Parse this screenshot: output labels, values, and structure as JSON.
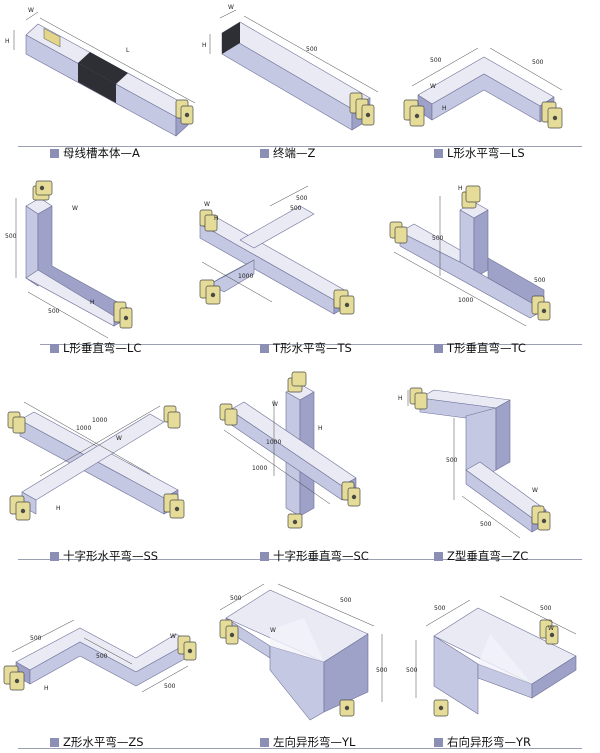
{
  "colors": {
    "top": "#e9eaf4",
    "front": "#c5c8e2",
    "side": "#9ea2c8",
    "edge": "#6d7096",
    "terminal": "#e6dc9a",
    "terminal_dark": "#4a4a44",
    "black_band": "#2e2e35",
    "rule": "#9aa0b0",
    "bullet": "#8a8fb3"
  },
  "items": [
    {
      "code": "A",
      "caption": "母线槽本体—A",
      "dims": [
        "H",
        "W",
        "L"
      ]
    },
    {
      "code": "Z",
      "caption": "终端—Z",
      "dims": [
        "W",
        "H",
        "500"
      ]
    },
    {
      "code": "LS",
      "caption": "L形水平弯—LS",
      "dims": [
        "500",
        "500",
        "W",
        "H"
      ]
    },
    {
      "code": "LC",
      "caption": "L形垂直弯—LC",
      "dims": [
        "500",
        "W",
        "500",
        "H"
      ]
    },
    {
      "code": "TS",
      "caption": "T形水平弯—TS",
      "dims": [
        "W",
        "H",
        "500",
        "1000",
        "500"
      ]
    },
    {
      "code": "TC",
      "caption": "T形垂直弯—TC",
      "dims": [
        "H",
        "500",
        "1000",
        "500"
      ]
    },
    {
      "code": "SS",
      "caption": "十字形水平弯—SS",
      "dims": [
        "1000",
        "1000",
        "W",
        "H"
      ]
    },
    {
      "code": "SC",
      "caption": "十字形垂直弯—SC",
      "dims": [
        "W",
        "1000",
        "1000",
        "H"
      ]
    },
    {
      "code": "ZC",
      "caption": "Z型垂直弯—ZC",
      "dims": [
        "H",
        "500",
        "W",
        "500"
      ]
    },
    {
      "code": "ZS",
      "caption": "Z形水平弯—ZS",
      "dims": [
        "W",
        "500",
        "500",
        "H",
        "500"
      ]
    },
    {
      "code": "YL",
      "caption": "左向异形弯—YL",
      "dims": [
        "500",
        "500",
        "W",
        "500"
      ]
    },
    {
      "code": "YR",
      "caption": "右向异形弯—YR",
      "dims": [
        "500",
        "500",
        "W",
        "500"
      ]
    }
  ]
}
